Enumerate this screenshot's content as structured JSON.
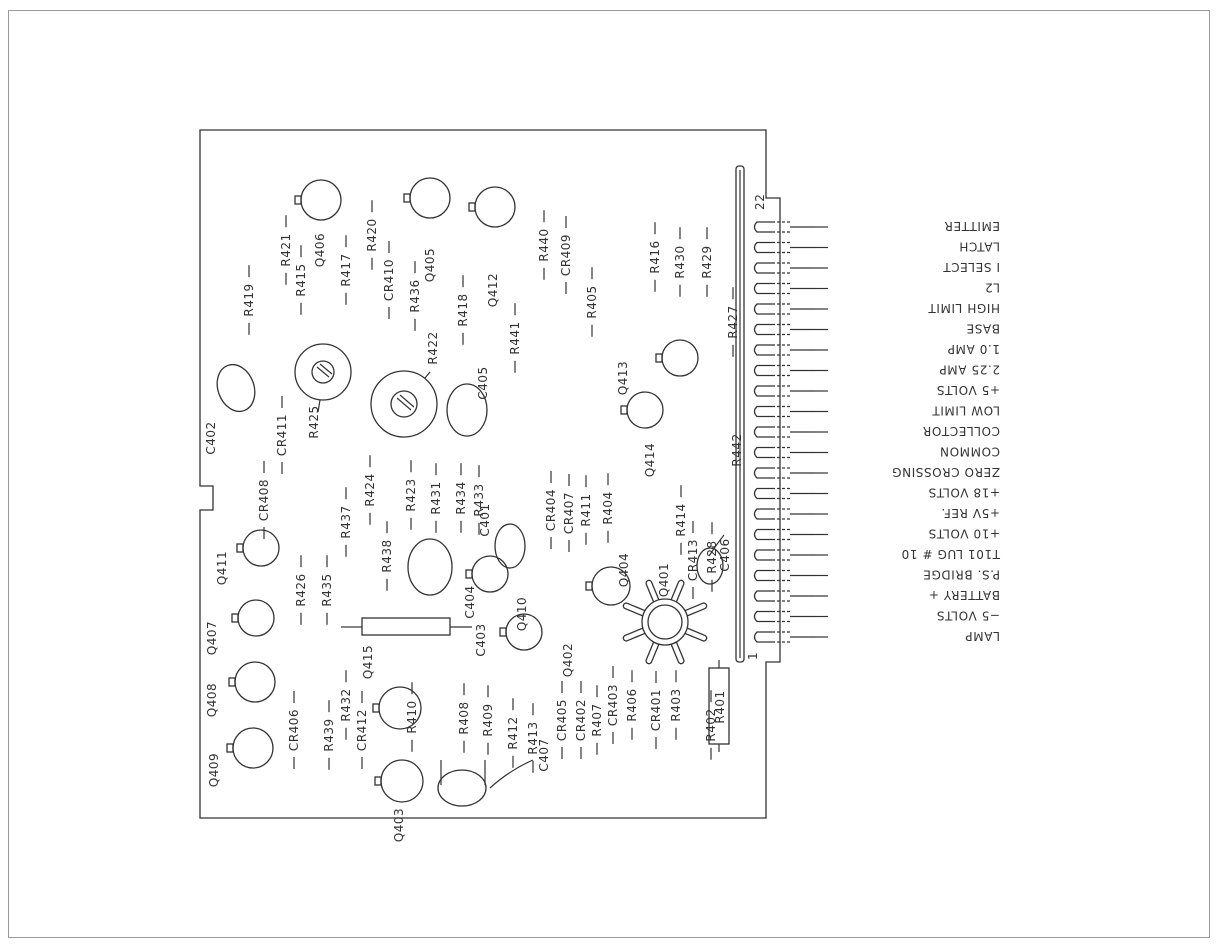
{
  "connector": {
    "edge_numbers": {
      "top": "22",
      "bottom": "1"
    },
    "pins": [
      "EMITTER",
      "LATCH",
      "I SELECT",
      "L2",
      "HIGH LIMIT",
      "BASE",
      "1.0 AMP",
      "2.25 AMP",
      "+5 VOLTS",
      "LOW LIMIT",
      "COLLECTOR",
      "COMMON",
      "ZERO CROSSING",
      "+18 VOLTS",
      "+5V REF.",
      "+10 VOLTS",
      "T101 LUG # 10",
      "P.S. BRIDGE",
      "BATTERY +",
      "−5 VOLTS",
      "LAMP"
    ]
  },
  "board_labels": [
    "R421",
    "R419",
    "R415",
    "Q406",
    "R417",
    "R420",
    "CR410",
    "R436",
    "Q405",
    "Q412",
    "R418",
    "R422",
    "R440",
    "CR409",
    "R441",
    "R405",
    "R416",
    "R430",
    "R429",
    "R427",
    "Q413",
    "Q414",
    "R442",
    "C402",
    "CR411",
    "R425",
    "C405",
    "CR408",
    "R437",
    "R424",
    "R423",
    "R431",
    "R434",
    "R433",
    "C401",
    "CR404",
    "CR407",
    "R411",
    "R404",
    "R414",
    "CR413",
    "R428",
    "C406",
    "Q411",
    "R426",
    "R435",
    "R438",
    "C404",
    "Q410",
    "Q401",
    "Q404",
    "Q407",
    "C403",
    "Q402",
    "Q408",
    "Q415",
    "Q409",
    "CR406",
    "R439",
    "R432",
    "CR412",
    "R410",
    "R408",
    "R409",
    "R412",
    "R413",
    "C407",
    "CR405",
    "CR402",
    "R407",
    "CR403",
    "R406",
    "CR401",
    "R403",
    "R402",
    "R401",
    "Q403"
  ]
}
